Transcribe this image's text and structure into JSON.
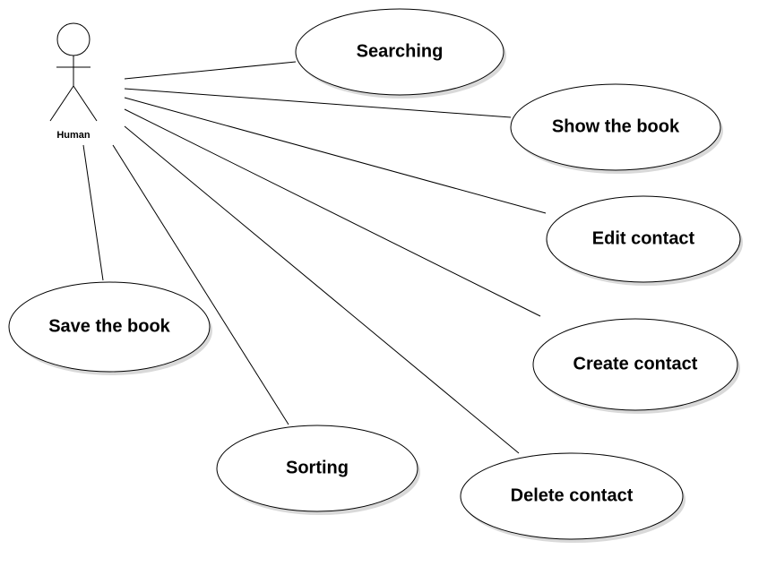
{
  "actor": {
    "name": "Human"
  },
  "use_cases": [
    {
      "id": "searching",
      "label": "Searching"
    },
    {
      "id": "show-the-book",
      "label": "Show the book"
    },
    {
      "id": "edit-contact",
      "label": "Edit contact"
    },
    {
      "id": "save-the-book",
      "label": "Save the book"
    },
    {
      "id": "create-contact",
      "label": "Create contact"
    },
    {
      "id": "sorting",
      "label": "Sorting"
    },
    {
      "id": "delete-contact",
      "label": "Delete contact"
    }
  ],
  "colors": {
    "stroke": "#000000",
    "fill": "#ffffff",
    "shadow": "#d9d9d9"
  }
}
